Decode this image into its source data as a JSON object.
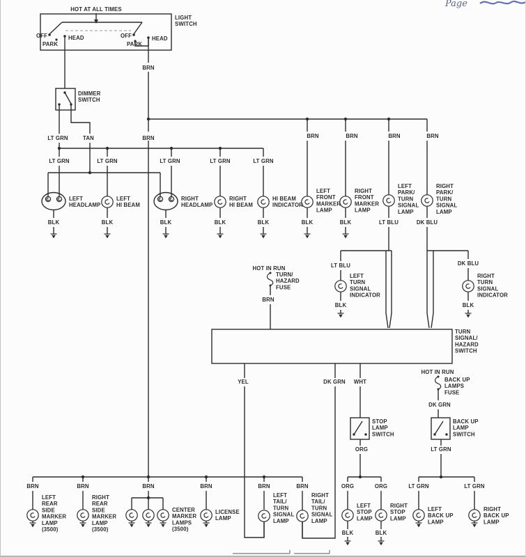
{
  "annotation": {
    "page_note": "Page"
  },
  "feeds": {
    "hot_at_all_times": "HOT AT ALL TIMES",
    "hot_in_run": "HOT IN RUN"
  },
  "wire_colors": {
    "blk": "BLK",
    "brn": "BRN",
    "tan": "TAN",
    "lt_grn": "LT GRN",
    "dk_grn": "DK GRN",
    "lt_blu": "LT BLU",
    "dk_blu": "DK BLU",
    "yel": "YEL",
    "wht": "WHT",
    "org": "ORG"
  },
  "switches": {
    "light_switch": {
      "label": "LIGHT\nSWITCH",
      "off": "OFF",
      "park": "PARK",
      "head": "HEAD"
    },
    "dimmer_switch": {
      "label": "DIMMER\nSWITCH"
    },
    "turn_hazard_switch": {
      "label": "TURN\nSIGNAL/\nHAZARD\nSWITCH"
    },
    "stop_lamp_switch": {
      "label": "STOP\nLAMP\nSWITCH"
    },
    "backup_lamp_switch": {
      "label": "BACK UP\nLAMP\nSWITCH"
    }
  },
  "fuses": {
    "turn_hazard_fuse": {
      "label": "TURN/\nHAZARD\nFUSE"
    },
    "backup_lamps_fuse": {
      "label": "BACK UP\nLAMPS\nFUSE"
    }
  },
  "lamps": {
    "left_headlamp": "LEFT\nHEADLAMP",
    "left_hi_beam": "LEFT\nHI BEAM",
    "right_headlamp": "RIGHT\nHEADLAMP",
    "right_hi_beam": "RIGHT\nHI BEAM",
    "hi_beam_indicator": "HI BEAM\nINDICATOR",
    "left_front_marker": "LEFT\nFRONT\nMARKER\nLAMP",
    "right_front_marker": "RIGHT\nFRONT\nMARKER\nLAMP",
    "left_park_turn": "LEFT\nPARK/\nTURN\nSIGNAL\nLAMP",
    "right_park_turn": "RIGHT\nPARK/\nTURN\nSIGNAL\nLAMP",
    "left_turn_indicator": "LEFT\nTURN\nSIGNAL\nINDICATOR",
    "right_turn_indicator": "RIGHT\nTURN\nSIGNAL\nINDICATOR",
    "left_rear_side_marker": "LEFT\nREAR\nSIDE\nMARKER\nLAMP\n(3500)",
    "right_rear_side_marker": "RIGHT\nREAR\nSIDE\nMARKER\nLAMP\n(3500)",
    "center_marker": "CENTER\nMARKER\nLAMPS\n(3500)",
    "license": "LICENSE\nLAMP",
    "left_tail_turn": "LEFT\nTAIL/\nTURN\nSIGNAL\nLAMP",
    "right_tail_turn": "RIGHT\nTAIL/\nTURN\nSIGNAL\nLAMP",
    "left_stop": "LEFT\nSTOP\nLAMP",
    "right_stop": "RIGHT\nSTOP\nLAMP",
    "left_back_up": "LEFT\nBACK UP\nLAMP",
    "right_back_up": "RIGHT\nBACK UP\nLAMP"
  },
  "colors": {
    "line": "#2b2b2b",
    "background": "#fcfcfc",
    "handwriting_blue": "#3b4fa0"
  }
}
